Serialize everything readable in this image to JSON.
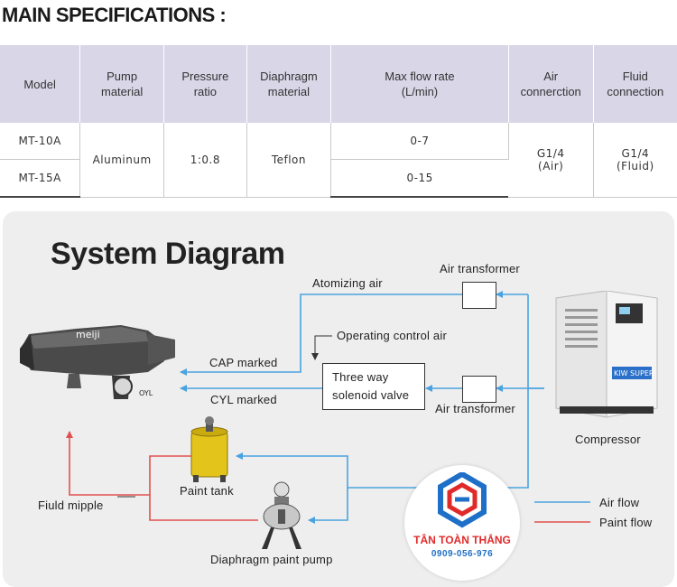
{
  "heading": "MAIN SPECIFICATIONS :",
  "table": {
    "headers": [
      "Model",
      "Pump material",
      "Pressure ratio",
      "Diaphragm material",
      "Max flow rate (L/min)",
      "Air connerction",
      "Fluid connection"
    ],
    "header_lines": [
      [
        "Model"
      ],
      [
        "Pump",
        "material"
      ],
      [
        "Pressure",
        "ratio"
      ],
      [
        "Diaphragm",
        "material"
      ],
      [
        "Max flow rate",
        "(L/min)"
      ],
      [
        "Air",
        "connerction"
      ],
      [
        "Fluid",
        "connection"
      ]
    ],
    "rows": [
      {
        "model": "MT-10A",
        "flow": "0-7"
      },
      {
        "model": "MT-15A",
        "flow": "0-15"
      }
    ],
    "pump_material": "Aluminum",
    "pressure_ratio": "1:0.8",
    "diaphragm_material": "Teflon",
    "air_connection": [
      "G1/4",
      "(Air)"
    ],
    "fluid_connection": [
      "G1/4",
      "(Fluid)"
    ]
  },
  "diagram": {
    "title": "System Diagram",
    "labels": {
      "atomizing_air": "Atomizing air",
      "air_transformer_top": "Air transformer",
      "operating_control_air": "Operating control air",
      "cap_marked": "CAP marked",
      "cyl_marked": "CYL marked",
      "valve_line1": "Three way",
      "valve_line2": "solenoid valve",
      "air_transformer_bottom": "Air transformer",
      "compressor": "Compressor",
      "paint_tank": "Paint tank",
      "fluid_nipple": "Fiuld mipple",
      "diaphragm_pump": "Diaphragm paint pump",
      "gun_brand": "meiji",
      "gun_mark": "OYL",
      "compressor_brand": "KIW SUPER",
      "legend_air": "Air flow",
      "legend_paint": "Paint flow"
    },
    "colors": {
      "air": "#4aa3e0",
      "paint": "#e2504f"
    }
  },
  "logo": {
    "name": "TÂN TOÀN THẮNG",
    "phone": "0909-056-976"
  }
}
